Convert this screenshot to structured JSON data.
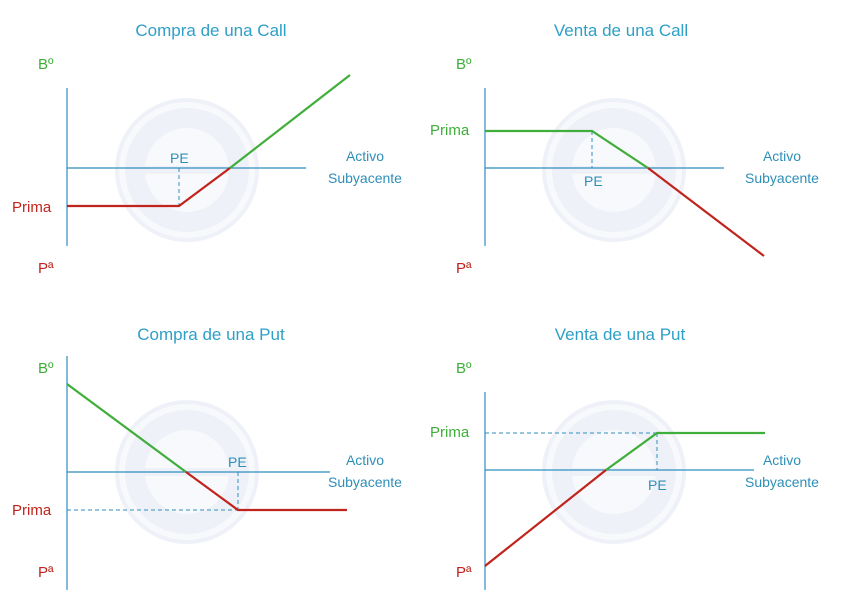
{
  "colors": {
    "title": "#2e9fc7",
    "axis": "#2f8ec0",
    "gain": "#3fae3a",
    "loss": "#c0241c",
    "watermark": "#dfe3f3"
  },
  "watermark": {
    "icon": "e-logo-watermark"
  },
  "chart_data": [
    {
      "type": "line",
      "title": "Compra de una Call",
      "labels": {
        "profit": "Bº",
        "loss": "Pª",
        "premium": "Prima",
        "breakeven": "PE",
        "xlabel_1": "Activo",
        "xlabel_2": "Subyacente"
      },
      "payoff": [
        {
          "x": 0,
          "y": -1
        },
        {
          "x": 4,
          "y": -1
        },
        {
          "x": 5,
          "y": 0
        },
        {
          "x": 10,
          "y": 5
        }
      ],
      "strike": 4,
      "breakeven": 5,
      "premium": -1
    },
    {
      "type": "line",
      "title": "Venta de una Call",
      "labels": {
        "profit": "Bº",
        "loss": "Pª",
        "premium": "Prima",
        "breakeven": "PE",
        "xlabel_1": "Activo",
        "xlabel_2": "Subyacente"
      },
      "payoff": [
        {
          "x": 0,
          "y": 1
        },
        {
          "x": 4,
          "y": 1
        },
        {
          "x": 5,
          "y": 0
        },
        {
          "x": 10,
          "y": -5
        }
      ],
      "strike": 4,
      "breakeven": 5,
      "premium": 1
    },
    {
      "type": "line",
      "title": "Compra de una Put",
      "labels": {
        "profit": "Bº",
        "loss": "Pª",
        "premium": "Prima",
        "breakeven": "PE",
        "xlabel_1": "Activo",
        "xlabel_2": "Subyacente"
      },
      "payoff": [
        {
          "x": 0,
          "y": 5
        },
        {
          "x": 5,
          "y": 0
        },
        {
          "x": 6,
          "y": -1
        },
        {
          "x": 10,
          "y": -1
        }
      ],
      "strike": 6,
      "breakeven": 5,
      "premium": -1
    },
    {
      "type": "line",
      "title": "Venta de una Put",
      "labels": {
        "profit": "Bº",
        "loss": "Pª",
        "premium": "Prima",
        "breakeven": "PE",
        "xlabel_1": "Activo",
        "xlabel_2": "Subyacente"
      },
      "payoff": [
        {
          "x": 0,
          "y": -5
        },
        {
          "x": 5,
          "y": 0
        },
        {
          "x": 6,
          "y": 1
        },
        {
          "x": 10,
          "y": 1
        }
      ],
      "strike": 6,
      "breakeven": 5,
      "premium": 1
    }
  ]
}
